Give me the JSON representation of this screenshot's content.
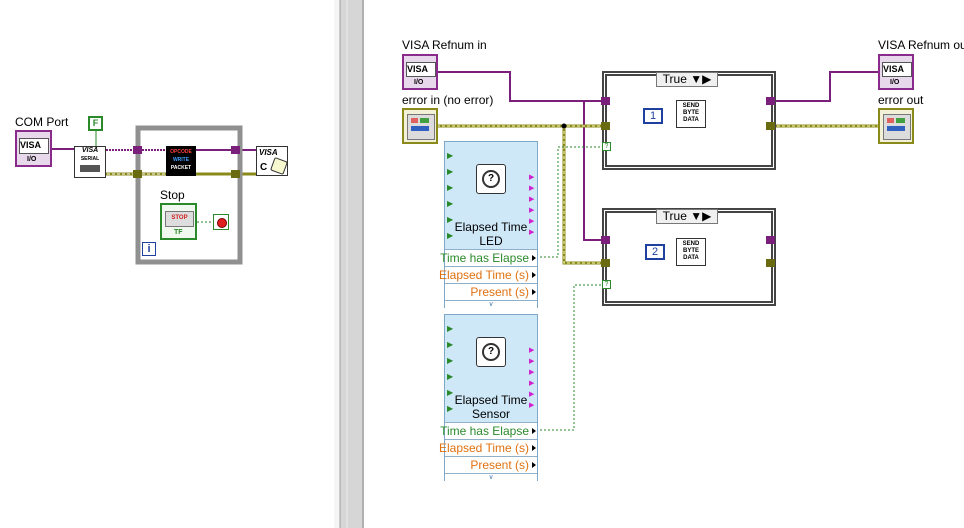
{
  "left_diagram": {
    "com_port_label": "COM Port",
    "visa_text": "VISA",
    "io_text": "I/O",
    "false_const": "F",
    "visa_serial_line1": "VISA",
    "visa_serial_line2": "SERIAL",
    "opcode_line1": "OPCODE",
    "opcode_line2": "WRITE",
    "opcode_line3": "PACKET",
    "stop_label": "Stop",
    "stop_button_text": "STOP",
    "stop_tf": "TF",
    "loop_index": "i",
    "visa_close_text": "VISA",
    "visa_close_c": "C"
  },
  "right_diagram": {
    "visa_refnum_in_label": "VISA Refnum in",
    "error_in_label": "error in (no error)",
    "visa_refnum_out_label": "VISA Refnum ou",
    "error_out_label": "error out",
    "visa_text": "VISA",
    "io_text": "I/O",
    "case1": {
      "selector": "True",
      "constant": "1",
      "sendbyte_lines": [
        "SEND",
        "BYTE",
        "DATA"
      ]
    },
    "case2": {
      "selector": "True",
      "constant": "2",
      "sendbyte_lines": [
        "SEND",
        "BYTE",
        "DATA"
      ]
    },
    "elapsed_led": {
      "title_line1": "Elapsed Time",
      "title_line2": "LED",
      "row1": "Time has Elapse",
      "row2": "Elapsed Time (s)",
      "row3": "Present (s)"
    },
    "elapsed_sensor": {
      "title_line1": "Elapsed Time",
      "title_line2": "Sensor",
      "row1": "Time has Elapse",
      "row2": "Elapsed Time (s)",
      "row3": "Present (s)"
    },
    "colors": {
      "visa_wire": "#7a1f7a",
      "error_wire": "#8a8a1a",
      "bool_wire": "#2a8a2a",
      "orange_text": "#e07010"
    }
  }
}
